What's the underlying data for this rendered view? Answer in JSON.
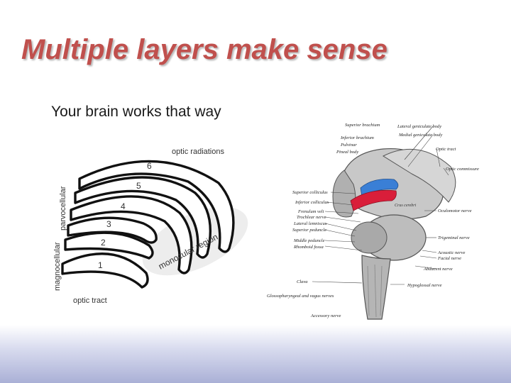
{
  "slide": {
    "title": "Multiple layers make sense",
    "bullet": "Your brain works that way"
  },
  "lgn_diagram": {
    "top_label": "optic radiations",
    "bottom_label": "optic tract",
    "parvo_label": "parvocellular",
    "magno_label": "magnocellular",
    "konio_label": "monocular region",
    "layer_numbers": [
      "1",
      "2",
      "3",
      "4",
      "5",
      "6"
    ]
  },
  "brainstem_diagram": {
    "left_labels": [
      "Superior colliculus",
      "Inferior colliculus",
      "Frenulum veli",
      "Trochlear nerve",
      "Lateral lemniscus",
      "Superior peduncle",
      "Middle peduncle",
      "Rhomboid fossa",
      "Clava",
      "Glossopharyngeal and vagus nerves",
      "Accessory nerve"
    ],
    "top_labels": [
      "Superior brachium",
      "Inferior brachium",
      "Pulvinar",
      "Pineal body"
    ],
    "right_labels": [
      "Lateral geniculate body",
      "Medial geniculate body",
      "Optic tract",
      "Optic commissure",
      "Oculomotor nerve",
      "Trigeminal nerve",
      "Acoustic nerve",
      "Facial nerve",
      "Abducent nerve",
      "Hypoglossal nerve"
    ],
    "inner_label": "Crus cerebri",
    "colors": {
      "blue": "#3a7fd6",
      "red": "#d91e3a",
      "tissue": "#b9b9b9"
    }
  }
}
